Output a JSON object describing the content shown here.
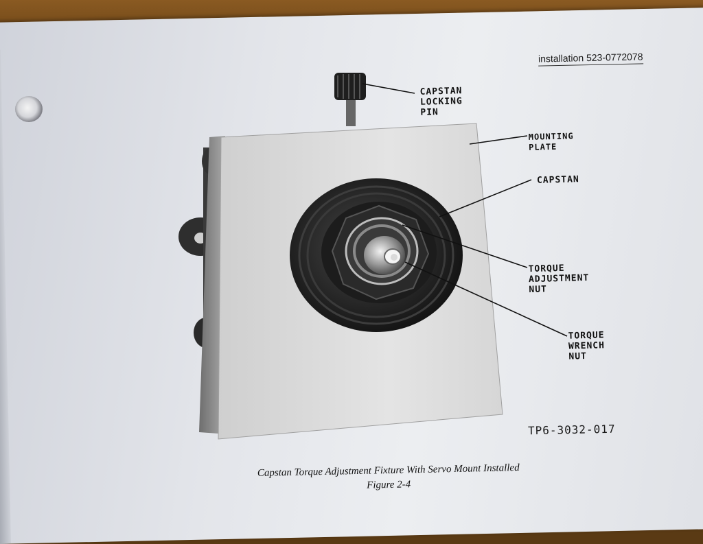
{
  "header": {
    "text": "installation 523-0772078"
  },
  "callouts": {
    "capstan_locking_pin": "CAPSTAN\nLOCKING\nPIN",
    "mounting_plate": "MOUNTING\nPLATE",
    "capstan": "CAPSTAN",
    "torque_adjustment_nut": "TORQUE\nADJUSTMENT\nNUT",
    "torque_wrench_nut": "TORQUE\nWRENCH\nNUT"
  },
  "figure_id": "TP6-3032-017",
  "caption": {
    "title": "Capstan Torque Adjustment Fixture With Servo Mount Installed",
    "figure_number": "Figure 2-4"
  },
  "colors": {
    "paper": "#e6e8ec",
    "plate": "#dcdcdc",
    "capstan": "#2a2a2a",
    "ink": "#111111"
  }
}
